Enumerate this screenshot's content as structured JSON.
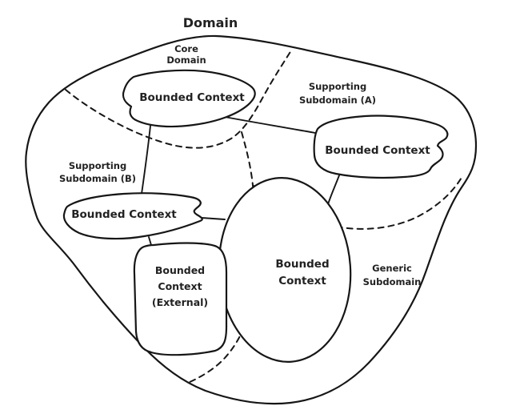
{
  "diagram": {
    "title": "Domain",
    "subdomains": {
      "core": {
        "line1": "Core",
        "line2": "Domain"
      },
      "supporting_a": {
        "line1": "Supporting",
        "line2": "Subdomain (A)"
      },
      "supporting_b": {
        "line1": "Supporting",
        "line2": "Subdomain (B)"
      },
      "generic": {
        "line1": "Generic",
        "line2": "Subdomain"
      }
    },
    "bounded_contexts": {
      "core_bc": {
        "label": "Bounded Context"
      },
      "supporting_a_bc": {
        "label": "Bounded Context"
      },
      "supporting_b_bc": {
        "label": "Bounded Context"
      },
      "middle_bc": {
        "line1": "Bounded",
        "line2": "Context"
      },
      "external_bc": {
        "line1": "Bounded",
        "line2": "Context",
        "line3": "(External)"
      }
    },
    "colors": {
      "stroke": "#161616",
      "text": "#222222",
      "background": "#ffffff"
    }
  }
}
